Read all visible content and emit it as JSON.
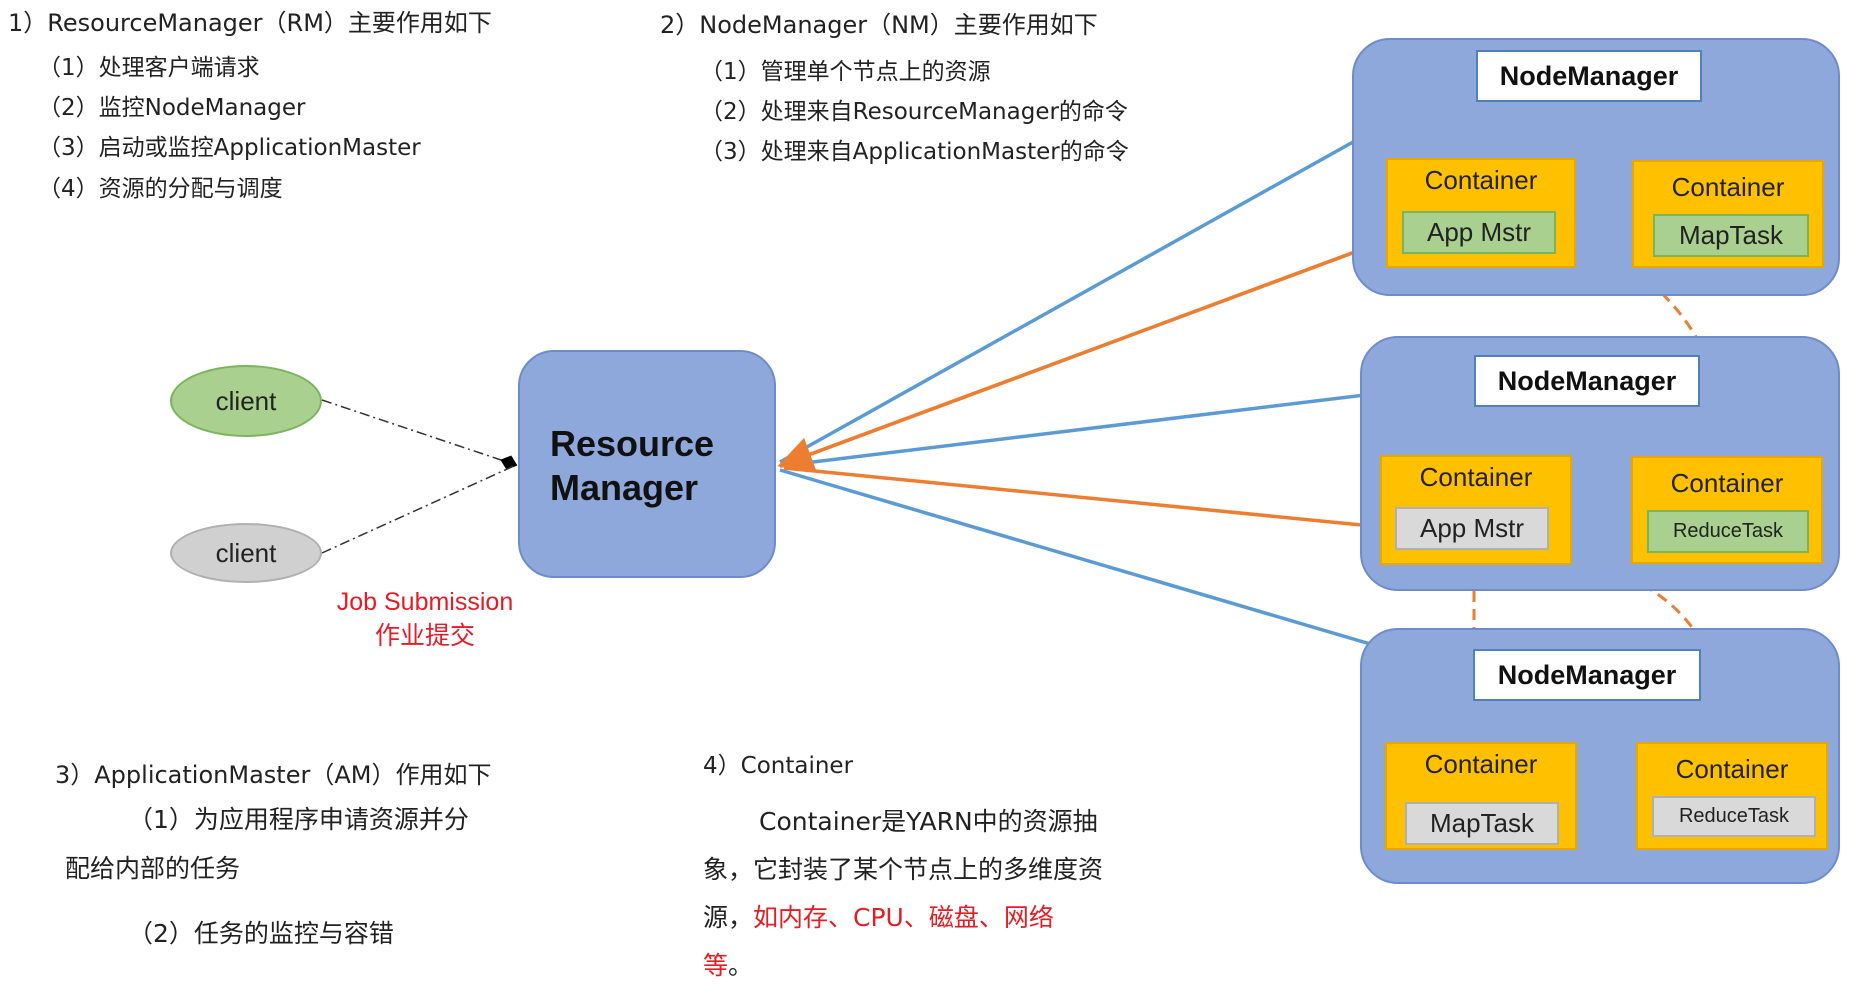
{
  "rm_section": {
    "heading": "1）ResourceManager（RM）主要作用如下",
    "items": [
      "（1）处理客户端请求",
      "（2）监控NodeManager",
      "（3）启动或监控ApplicationMaster",
      "（4）资源的分配与调度"
    ]
  },
  "nm_section": {
    "heading": "2）NodeManager（NM）主要作用如下",
    "items": [
      "（1）管理单个节点上的资源",
      "（2）处理来自ResourceManager的命令",
      "（3）处理来自ApplicationMaster的命令"
    ]
  },
  "am_section": {
    "heading": "3）ApplicationMaster（AM）作用如下",
    "item1_line1": "（1）为应用程序申请资源并分",
    "item1_line2": "配给内部的任务",
    "item2": "（2）任务的监控与容错"
  },
  "container_section": {
    "heading": "4）Container",
    "text_part1": "Container是YARN中的资源抽象，它封装了某个节点上的多维度资源，",
    "text_red": "如内存、CPU、磁盘、网络等",
    "text_part2": "。"
  },
  "diagram": {
    "clients": [
      "client",
      "client"
    ],
    "job_submission": [
      "Job Submission",
      "作业提交"
    ],
    "resource_manager": [
      "Resource",
      "Manager"
    ],
    "node_managers": [
      {
        "title": "NodeManager",
        "containers": [
          {
            "label": "Container",
            "task": "App Mstr",
            "task_style": "green"
          },
          {
            "label": "Container",
            "task": "MapTask",
            "task_style": "green"
          }
        ]
      },
      {
        "title": "NodeManager",
        "containers": [
          {
            "label": "Container",
            "task": "App Mstr",
            "task_style": "gray"
          },
          {
            "label": "Container",
            "task": "ReduceTask",
            "task_style": "green"
          }
        ]
      },
      {
        "title": "NodeManager",
        "containers": [
          {
            "label": "Container",
            "task": "MapTask",
            "task_style": "gray"
          },
          {
            "label": "Container",
            "task": "ReduceTask",
            "task_style": "gray"
          }
        ]
      }
    ],
    "colors": {
      "node_fill": "#8ea8dc",
      "container_fill": "#ffc000",
      "blue_arrow": "#5b9bd5",
      "orange_arrow": "#ed7d31",
      "red_text": "#e51c23"
    }
  }
}
